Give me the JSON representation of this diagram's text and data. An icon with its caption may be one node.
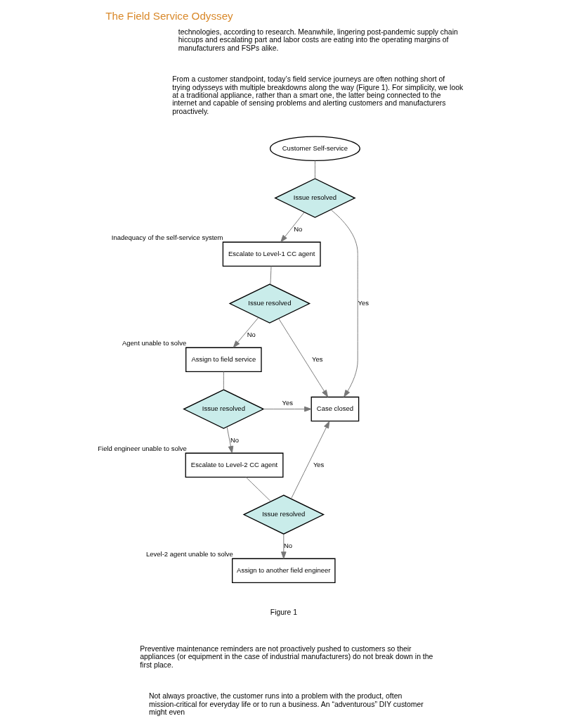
{
  "diagram": {
    "title": "The Field Service Odyssey",
    "nodes": [
      {
        "text": [
          "Customer Self-service"
        ]
      },
      {
        "text": [
          "Issue resolved"
        ]
      },
      {
        "text": [
          "Escalate to Level-1 CC agent"
        ],
        "beside": [
          "Inadequacy of the self-service system"
        ]
      },
      {
        "text": [
          "Issue resolved"
        ]
      },
      {
        "text": [
          "Assign to field service"
        ],
        "beside": [
          "Agent unable to solve"
        ]
      },
      {
        "text": [
          "Case closed"
        ]
      },
      {
        "text": [
          "Issue resolved"
        ]
      },
      {
        "text": [
          "Escalate to Level-2 CC agent"
        ],
        "beside": [
          "Field engineer unable to solve"
        ]
      },
      {
        "text": [
          "Issue resolved"
        ]
      },
      {
        "text": [
          "Assign to another field engineer"
        ],
        "beside": [
          "Level-2 agent unable to solve"
        ]
      }
    ],
    "edges": [
      {
        "from": 0,
        "to": 1,
        "arrow": "none"
      },
      {
        "from": 1,
        "to": 5,
        "arrow": "to",
        "label": "Yes"
      },
      {
        "from": 1,
        "to": 2,
        "arrow": "to",
        "label": "No"
      },
      {
        "from": 2,
        "to": 3,
        "arrow": "none"
      },
      {
        "from": 3,
        "to": 5,
        "arrow": "to",
        "label": "Yes"
      },
      {
        "from": 3,
        "to": 4,
        "arrow": "to",
        "label": "No"
      },
      {
        "from": 4,
        "to": 6,
        "arrow": "none"
      },
      {
        "from": 6,
        "to": 5,
        "arrow": "to",
        "label": "Yes"
      },
      {
        "from": 6,
        "to": 7,
        "arrow": "to",
        "label": "No"
      },
      {
        "from": 7,
        "to": 8,
        "arrow": "none"
      },
      {
        "from": 8,
        "to": 5,
        "arrow": "to",
        "label": "Yes"
      },
      {
        "from": 8,
        "to": 9,
        "arrow": "to",
        "label": "No"
      }
    ],
    "labels": [
      "technologies, according to research. Meanwhile, lingering post-pandemic supply chain hiccups and escalating part and labor costs are eating into the operating margins of manufacturers and FSPs alike.",
      "From a customer standpoint, today’s field service journeys are often nothing short of trying odysseys with multiple breakdowns along the way (Figure 1). For simplicity, we look at a traditional appliance, rather than a smart one, the latter being connected to the internet and capable of sensing problems and alerting customers and manufacturers proactively.",
      "Figure 1",
      "Preventive maintenance reminders are not proactively pushed to customers so their appliances (or equipment in the case of industrial manufacturers) do not break down in the first place.",
      "Not always proactive, the customer runs into a problem with the product, often mission-critical for everyday life or to run a business. An “adventurous” DIY customer might even"
    ]
  }
}
